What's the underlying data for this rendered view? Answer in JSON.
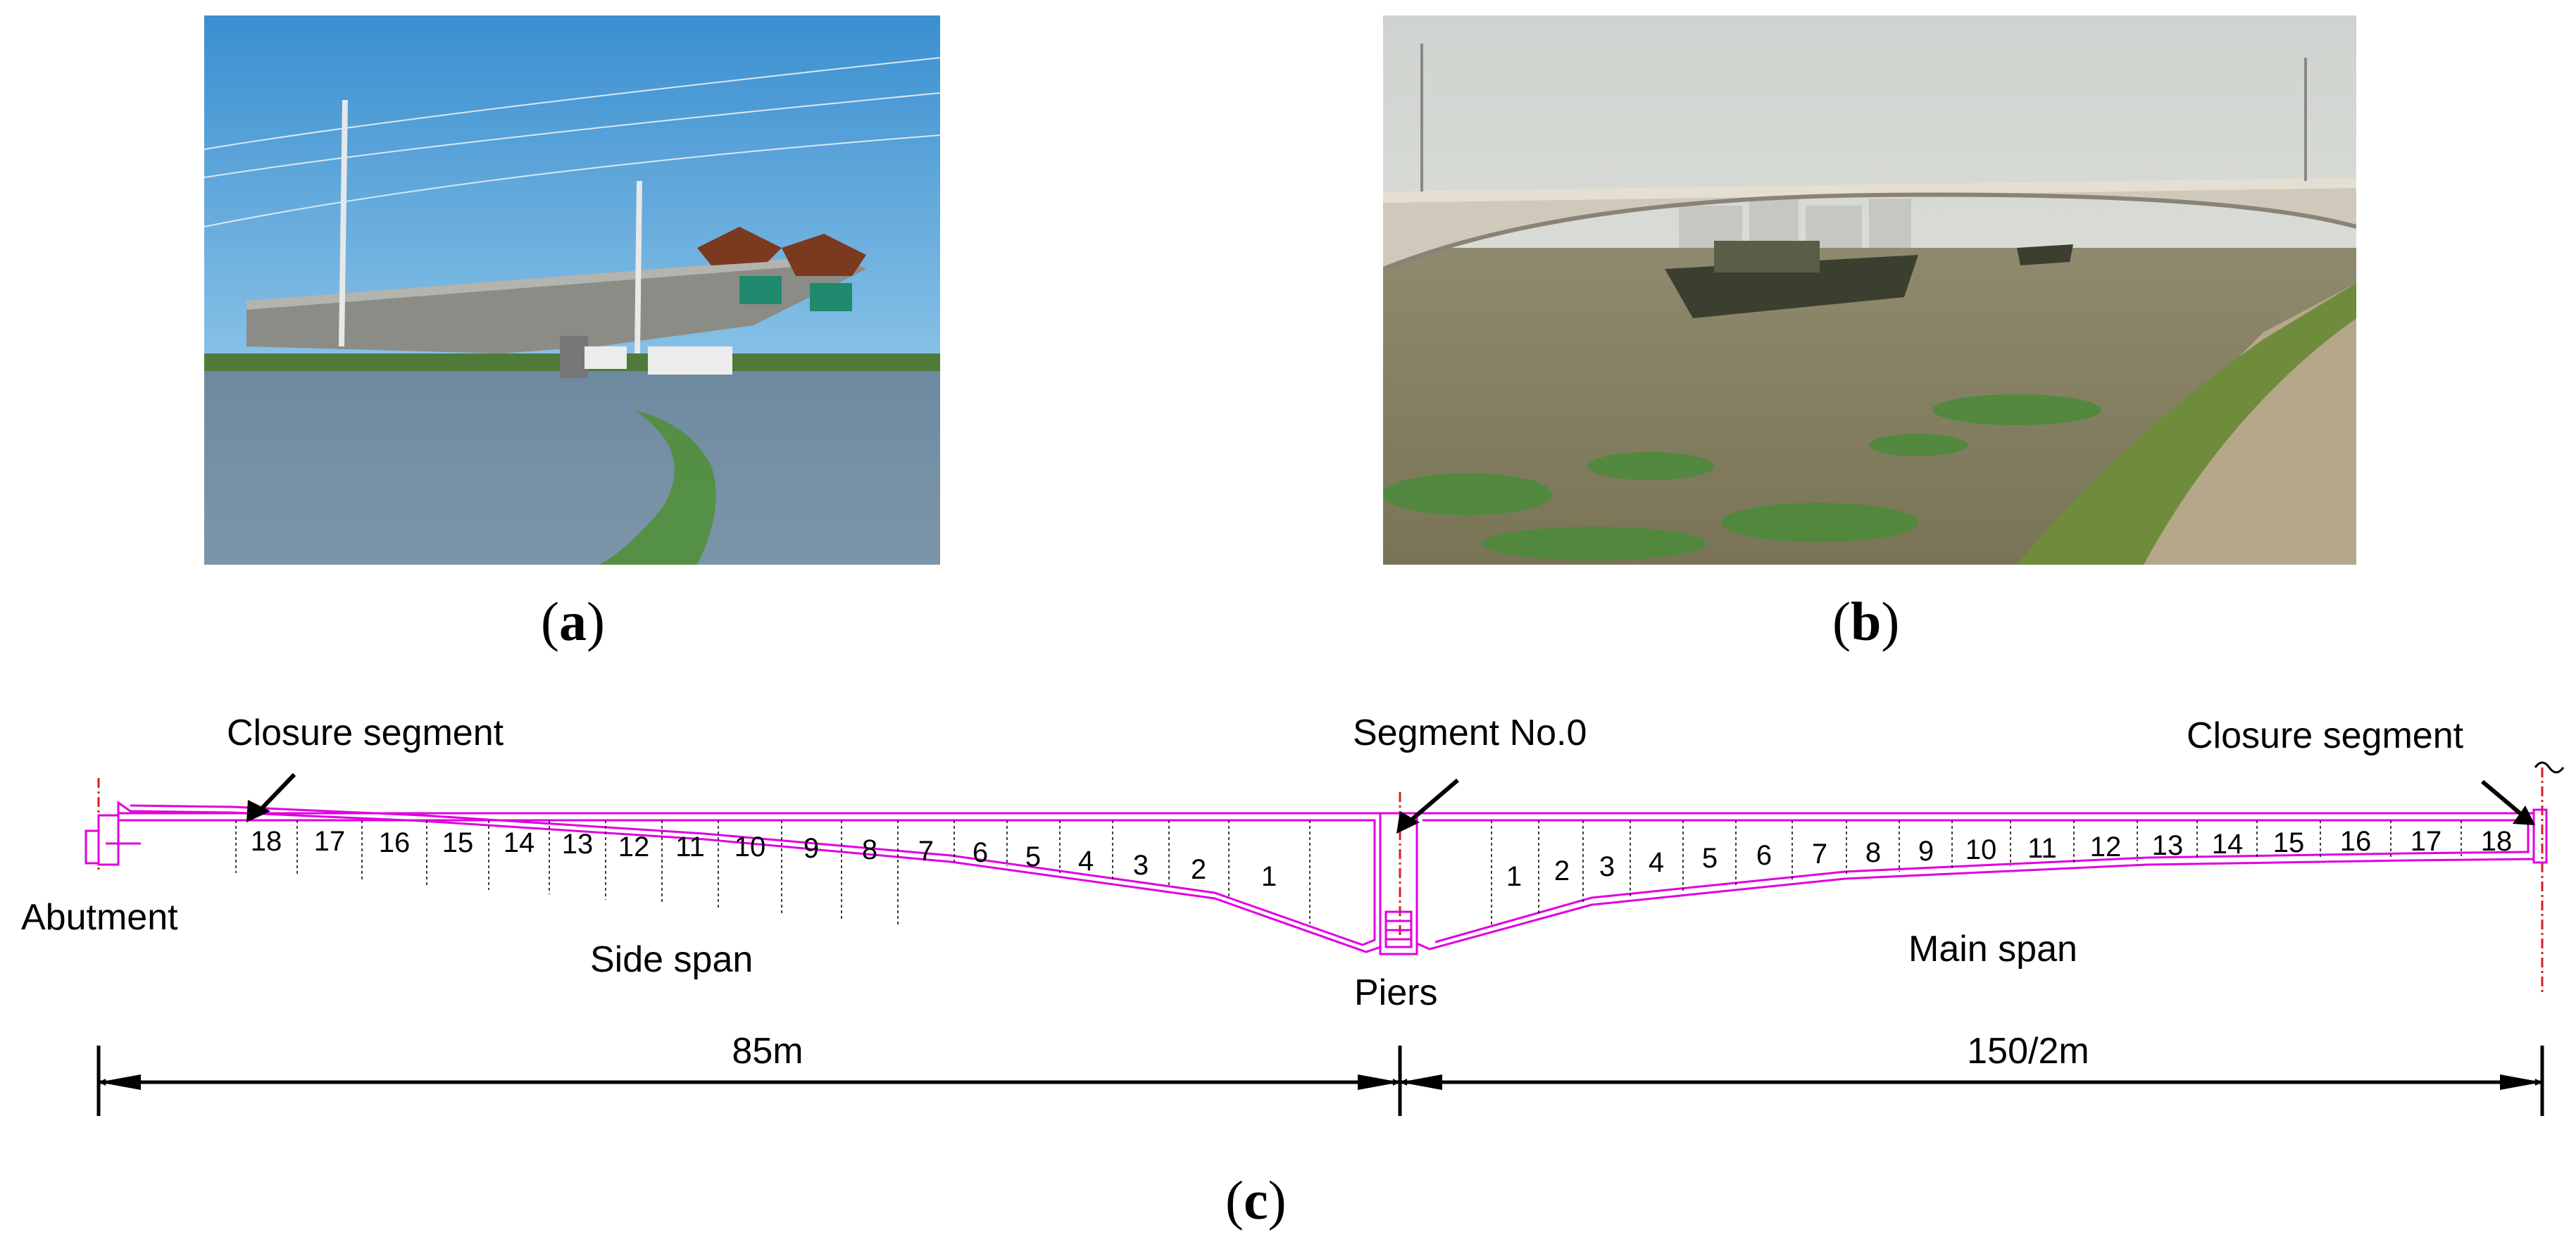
{
  "panels": {
    "a": {
      "caption_open": "(",
      "caption_letter": "a",
      "caption_close": ")"
    },
    "b": {
      "caption_open": "(",
      "caption_letter": "b",
      "caption_close": ")"
    },
    "c": {
      "caption_open": "(",
      "caption_letter": "c",
      "caption_close": ")"
    }
  },
  "diagram": {
    "labels": {
      "closure_left": "Closure segment",
      "segment_no0": "Segment No.0",
      "closure_right": "Closure segment",
      "abutment": "Abutment",
      "side_span": "Side span",
      "piers": "Piers",
      "main_span": "Main span"
    },
    "dimensions": {
      "side": "85m",
      "main": "150/2m"
    },
    "side_segments": [
      "18",
      "17",
      "16",
      "15",
      "14",
      "13",
      "12",
      "11",
      "10",
      "9",
      "8",
      "7",
      "6",
      "5",
      "4",
      "3",
      "2",
      "1"
    ],
    "main_segments": [
      "1",
      "2",
      "3",
      "4",
      "5",
      "6",
      "7",
      "8",
      "9",
      "10",
      "11",
      "12",
      "13",
      "14",
      "15",
      "16",
      "17",
      "18"
    ],
    "colors": {
      "girder": "#e000e0",
      "centerline": "#d42020",
      "dim": "#000000"
    }
  }
}
